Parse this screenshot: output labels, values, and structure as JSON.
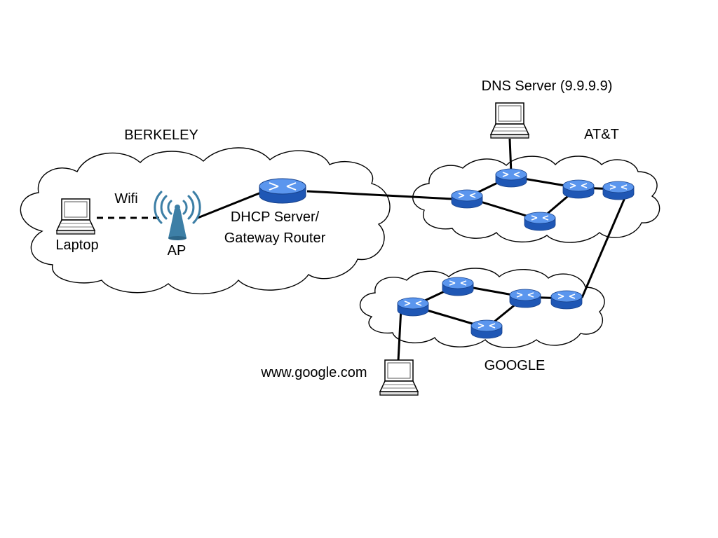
{
  "labels": {
    "berkeley": "BERKELEY",
    "att": "AT&T",
    "google": "GOOGLE",
    "dns_server": "DNS Server (9.9.9.9)",
    "wifi": "Wifi",
    "laptop": "Laptop",
    "ap": "AP",
    "dhcp_line1": "DHCP Server/",
    "dhcp_line2": "Gateway Router",
    "google_host": "www.google.com"
  },
  "colors": {
    "router_body": "#2f6fd6",
    "router_top": "#5b96ee",
    "ap_blue": "#3d7fa6",
    "line": "#000000"
  }
}
